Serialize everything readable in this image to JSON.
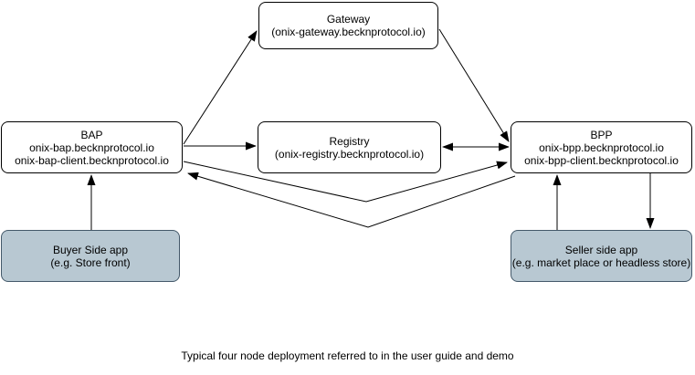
{
  "diagram": {
    "caption": "Typical four node deployment referred to in the user guide and demo",
    "nodes": {
      "gateway": {
        "lines": [
          "Gateway",
          "(onix-gateway.becknprotocol.io)"
        ]
      },
      "bap": {
        "lines": [
          "BAP",
          "onix-bap.becknprotocol.io",
          "onix-bap-client.becknprotocol.io"
        ]
      },
      "registry": {
        "lines": [
          "Registry",
          "(onix-registry.becknprotocol.io)"
        ]
      },
      "bpp": {
        "lines": [
          "BPP",
          "onix-bpp.becknprotocol.io",
          "onix-bpp-client.becknprotocol.io"
        ]
      },
      "buyer_app": {
        "lines": [
          "Buyer Side app",
          "(e.g. Store front)"
        ]
      },
      "seller_app": {
        "lines": [
          "Seller side app",
          "(e.g. market place or headless store)"
        ]
      }
    },
    "edges": [
      {
        "from": "bap",
        "to": "gateway",
        "direction": "one-way"
      },
      {
        "from": "bap",
        "to": "registry",
        "direction": "one-way"
      },
      {
        "from": "gateway",
        "to": "bpp",
        "direction": "one-way"
      },
      {
        "from": "registry",
        "to": "bpp",
        "direction": "two-way"
      },
      {
        "from": "bap",
        "to": "bpp",
        "direction": "one-way"
      },
      {
        "from": "bpp",
        "to": "bap",
        "direction": "one-way"
      },
      {
        "from": "buyer_app",
        "to": "bap",
        "direction": "one-way"
      },
      {
        "from": "seller_app",
        "to": "bpp",
        "direction": "one-way"
      },
      {
        "from": "bpp",
        "to": "seller_app",
        "direction": "one-way"
      }
    ],
    "colors": {
      "node_fill": "#ffffff",
      "node_stroke": "#000000",
      "app_fill": "#b8c8d2",
      "app_stroke": "#44596a",
      "arrow": "#000000",
      "background": "#ffffff"
    }
  }
}
